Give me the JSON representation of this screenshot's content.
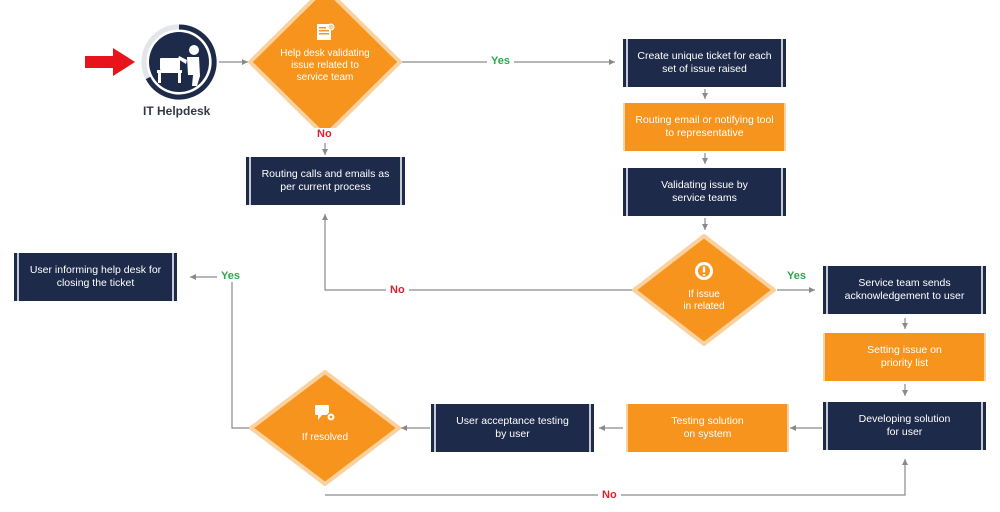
{
  "logo": {
    "caption": "IT Helpdesk"
  },
  "nodes": {
    "d1": "Help desk validating\nissue related to\nservice team",
    "n_routing_calls": "Routing calls and emails as\nper current process",
    "n_create_ticket": "Create unique ticket for each\nset of issue raised",
    "n_routing_email": "Routing email or notifying tool\nto representative",
    "n_validating": "Validating issue by\nservice teams",
    "d2": "If issue\nin related",
    "n_ack": "Service team sends\nacknowledgement to user",
    "n_priority": "Setting issue on\npriority list",
    "n_developing": "Developing solution\nfor user",
    "n_testing": "Testing solution\non system",
    "n_uat": "User acceptance testing\nby user",
    "d3": "If resolved",
    "n_closing": "User informing help desk for\nclosing the ticket"
  },
  "labels": {
    "yes_d1": "Yes",
    "no_d1": "No",
    "yes_d2": "Yes",
    "no_d2": "No",
    "yes_d3": "Yes",
    "no_d3": "No"
  },
  "colors": {
    "navy": "#1e2a4a",
    "orange": "#f7941d",
    "yes": "#2aa84a",
    "no": "#e0202a",
    "connector": "#8a8a8a",
    "start_arrow": "#e8141c"
  },
  "icons": [
    "start-arrow-icon",
    "helpdesk-logo-icon",
    "document-icon",
    "alert-icon",
    "chat-gear-icon"
  ]
}
